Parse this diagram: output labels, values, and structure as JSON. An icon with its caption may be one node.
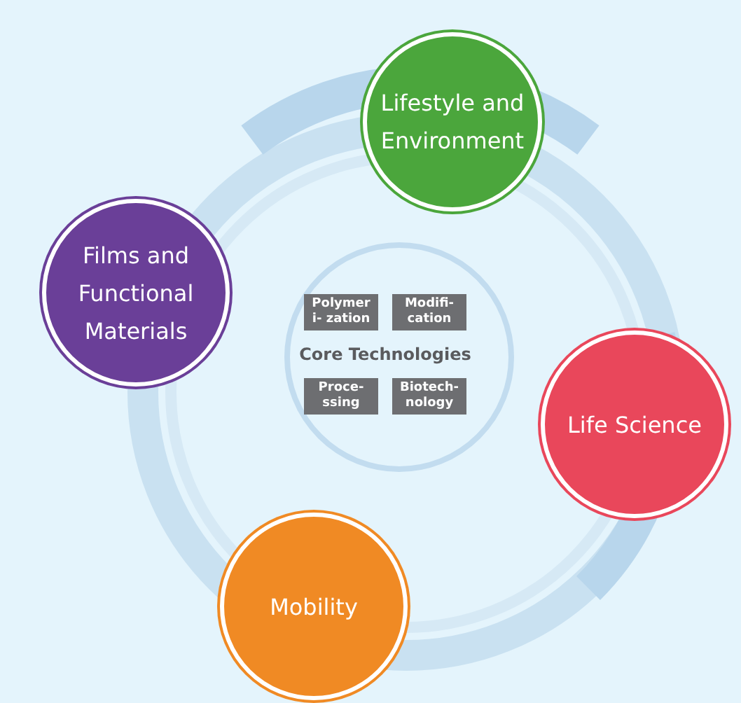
{
  "diagram": {
    "nodes": [
      {
        "text": [
          "Lifestyle and Environment"
        ]
      },
      {
        "text": [
          "Films and Functional Materials"
        ]
      },
      {
        "text": [
          "Life Science"
        ]
      },
      {
        "text": [
          "Mobility"
        ]
      },
      {
        "text": [
          "Polymeri- zation"
        ]
      },
      {
        "text": [
          "Modifi- cation"
        ]
      },
      {
        "text": [
          "Proce- ssing"
        ]
      },
      {
        "text": [
          "Biotech- nology"
        ]
      }
    ],
    "labels": [
      "Core Technologies"
    ]
  }
}
